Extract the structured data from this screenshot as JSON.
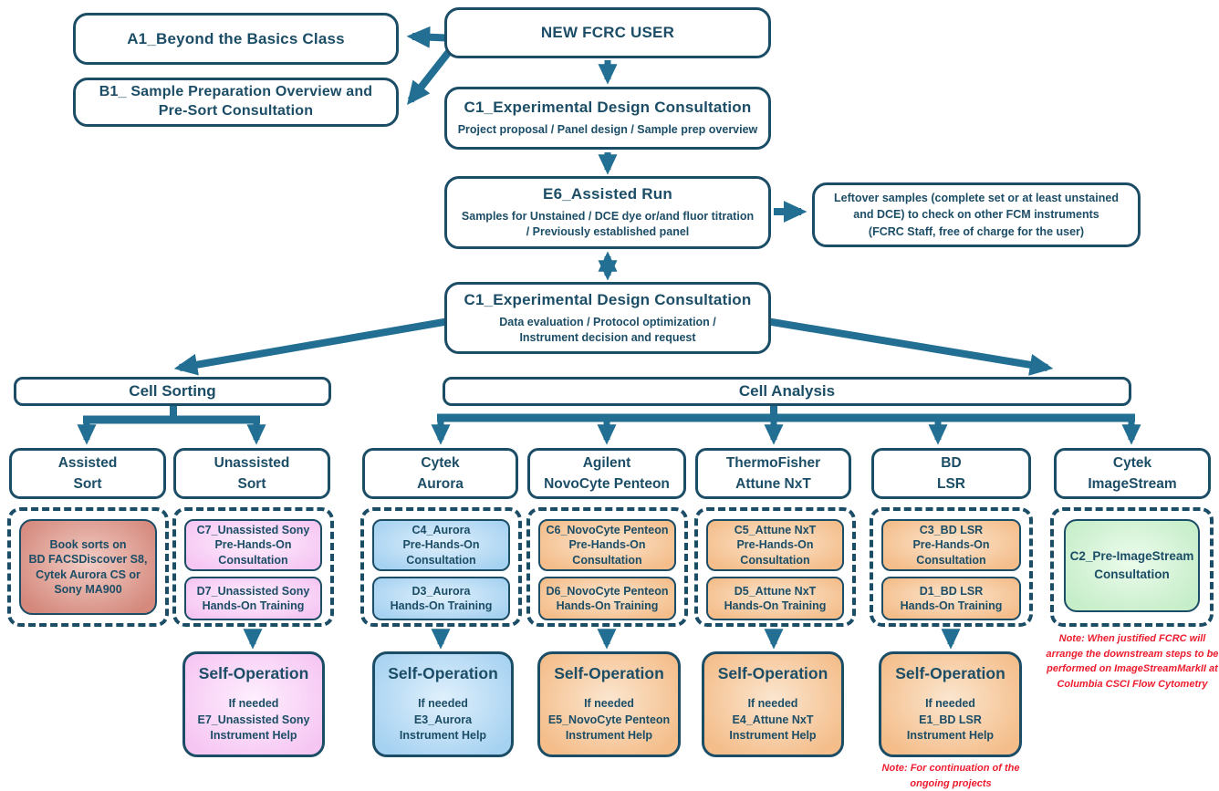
{
  "palette": {
    "ink": "#1c4d66",
    "arrow": "#226f93",
    "note_red": "#ee1c2e",
    "pink": "#f6c6f3",
    "salmon": "#d5897d",
    "blue": "#a6d2f1",
    "orange": "#f4bd8a",
    "green": "#c6eec9"
  },
  "flow": {
    "a1": "A1_Beyond the Basics Class",
    "b1_lines": [
      "B1_ Sample Preparation Overview and",
      "Pre-Sort Consultation"
    ],
    "new_user": "NEW FCRC USER",
    "c1_first": {
      "title": "C1_Experimental Design Consultation",
      "subtitle": "Project proposal / Panel design / Sample prep overview"
    },
    "e6": {
      "title": "E6_Assisted Run",
      "subtitle_lines": [
        "Samples for Unstained / DCE dye or/and fluor titration",
        "/ Previously established panel"
      ]
    },
    "leftover_lines": [
      "Leftover samples (complete set or at least unstained",
      "and DCE) to check on other FCM instruments",
      "(FCRC Staff, free of charge for the user)"
    ],
    "c1_second": {
      "title": "C1_Experimental Design Consultation",
      "subtitle_lines": [
        "Data evaluation / Protocol optimization /",
        "Instrument decision and request"
      ]
    },
    "cell_sorting": "Cell Sorting",
    "cell_analysis": "Cell Analysis"
  },
  "columns": {
    "assisted": {
      "header": [
        "Assisted",
        "Sort"
      ],
      "book": [
        "Book sorts on",
        "BD FACSDiscover S8,",
        "Cytek Aurora CS or",
        "Sony MA900"
      ]
    },
    "unassisted": {
      "header": [
        "Unassisted",
        "Sort"
      ],
      "pre": [
        "C7_Unassisted Sony",
        "Pre-Hands-On",
        "Consultation"
      ],
      "training": [
        "D7_Unassisted Sony",
        "Hands-On Training"
      ],
      "selfop": {
        "title": "Self-Operation",
        "lines": [
          "If needed",
          "E7_Unassisted Sony",
          "Instrument Help"
        ]
      }
    },
    "aurora": {
      "header": [
        "Cytek",
        "Aurora"
      ],
      "pre": [
        "C4_Aurora",
        "Pre-Hands-On",
        "Consultation"
      ],
      "training": [
        "D3_Aurora",
        "Hands-On Training"
      ],
      "selfop": {
        "title": "Self-Operation",
        "lines": [
          "If needed",
          "E3_Aurora",
          "Instrument Help"
        ]
      }
    },
    "novocyte": {
      "header": [
        "Agilent",
        "NovoCyte Penteon"
      ],
      "pre": [
        "C6_NovoCyte Penteon",
        "Pre-Hands-On",
        "Consultation"
      ],
      "training": [
        "D6_NovoCyte Penteon",
        "Hands-On Training"
      ],
      "selfop": {
        "title": "Self-Operation",
        "lines": [
          "If needed",
          "E5_NovoCyte Penteon",
          "Instrument Help"
        ]
      }
    },
    "attune": {
      "header": [
        "ThermoFisher",
        "Attune NxT"
      ],
      "pre": [
        "C5_Attune NxT",
        "Pre-Hands-On",
        "Consultation"
      ],
      "training": [
        "D5_Attune NxT",
        "Hands-On Training"
      ],
      "selfop": {
        "title": "Self-Operation",
        "lines": [
          "If needed",
          "E4_Attune NxT",
          "Instrument Help"
        ]
      }
    },
    "bdlsr": {
      "header": [
        "BD",
        "LSR"
      ],
      "pre": [
        "C3_BD LSR",
        "Pre-Hands-On",
        "Consultation"
      ],
      "training": [
        "D1_BD LSR",
        "Hands-On Training"
      ],
      "selfop": {
        "title": "Self-Operation",
        "lines": [
          "If needed",
          "E1_BD LSR",
          "Instrument Help"
        ]
      },
      "note": {
        "label": "Note:",
        "text": " For continuation of the ongoing projects"
      }
    },
    "imagestream": {
      "header": [
        "Cytek",
        "ImageStream"
      ],
      "consult": [
        "C2_Pre-ImageStream",
        "Consultation"
      ],
      "note": {
        "label": "Note:",
        "text": " When justified FCRC will arrange the downstream steps to be performed on ImageStreamMarkII at Columbia CSCI Flow Cytometry"
      }
    }
  }
}
